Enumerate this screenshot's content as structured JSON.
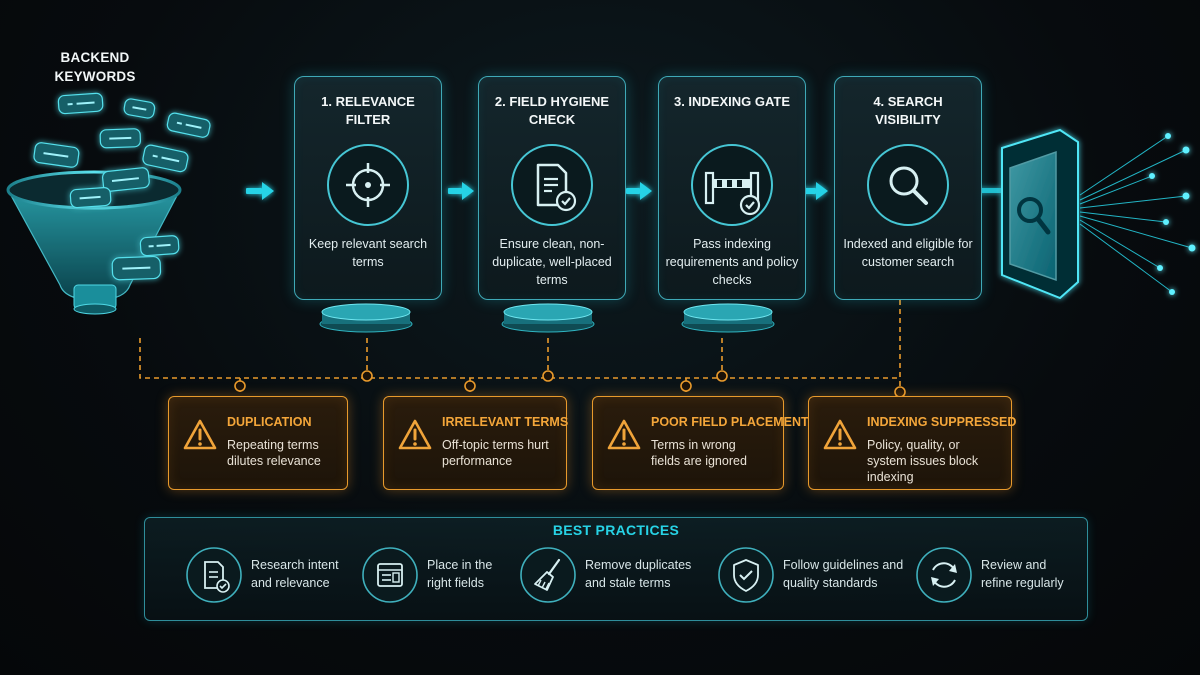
{
  "source": {
    "title_line1": "BACKEND",
    "title_line2": "KEYWORDS"
  },
  "stages": [
    {
      "title": "1. RELEVANCE FILTER",
      "desc": "Keep relevant search terms",
      "icon": "target-icon"
    },
    {
      "title": "2. FIELD HYGIENE CHECK",
      "desc": "Ensure clean, non-duplicate, well-placed terms",
      "icon": "checked-document-icon"
    },
    {
      "title": "3. INDEXING GATE",
      "desc": "Pass indexing requirements and policy checks",
      "icon": "gate-barrier-icon"
    },
    {
      "title": "4. SEARCH VISIBILITY",
      "desc": "Indexed and eligible for customer search",
      "icon": "magnifier-icon"
    }
  ],
  "problems": [
    {
      "title": "DUPLICATION",
      "desc": "Repeating terms dilutes relevance"
    },
    {
      "title": "IRRELEVANT TERMS",
      "desc": "Off-topic terms hurt performance"
    },
    {
      "title": "POOR FIELD PLACEMENT",
      "desc": "Terms in wrong fields are ignored"
    },
    {
      "title": "INDEXING SUPPRESSED",
      "desc": "Policy, quality, or system issues block indexing"
    }
  ],
  "best_practices": {
    "title": "BEST PRACTICES",
    "items": [
      {
        "label": "Research intent and relevance",
        "icon": "research-doc-icon"
      },
      {
        "label": "Place in the right fields",
        "icon": "form-fields-icon"
      },
      {
        "label": "Remove duplicates and stale terms",
        "icon": "broom-icon"
      },
      {
        "label": "Follow guidelines and quality standards",
        "icon": "shield-check-icon"
      },
      {
        "label": "Review and refine regularly",
        "icon": "refresh-icon"
      }
    ]
  },
  "colors": {
    "accent": "#27d3e6",
    "warning": "#e89a2c",
    "background": "#070b0e"
  }
}
